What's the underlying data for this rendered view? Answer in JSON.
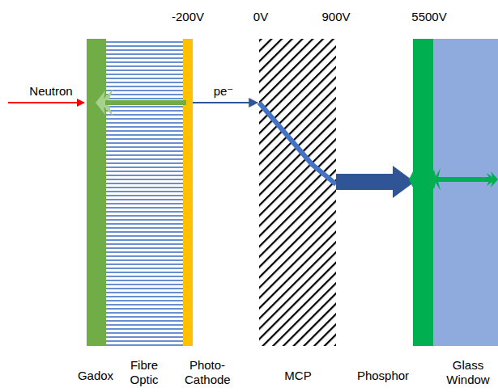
{
  "diagram": {
    "labels": [
      "-200V",
      "0V",
      "900V",
      "5500V",
      "Neutron",
      "pe⁻",
      "Gadox",
      "Fibre Optic",
      "Photo-Cathode",
      "MCP",
      "Phosphor",
      "Glass Window"
    ]
  }
}
